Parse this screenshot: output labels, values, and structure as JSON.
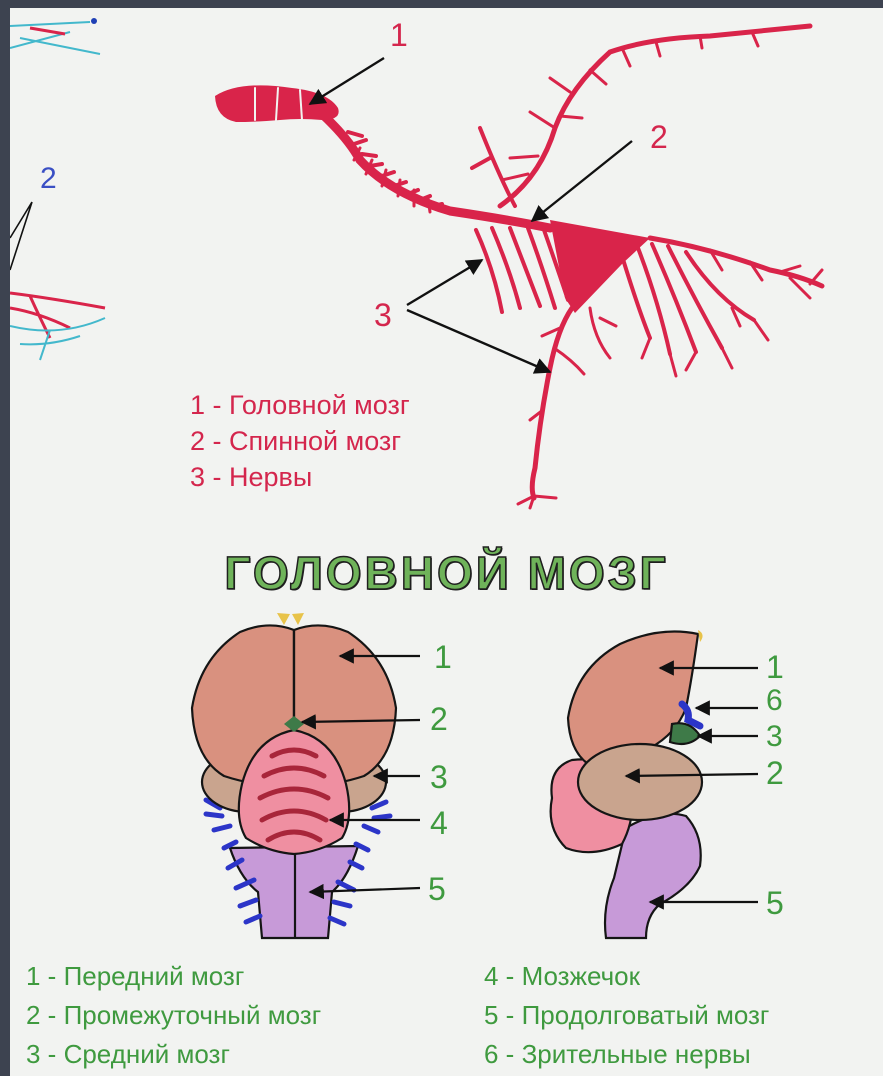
{
  "colors": {
    "nervous_system": "#d9244a",
    "forebrain": "#d9917f",
    "diencephalon": "#3e7a48",
    "midbrain": "#c9a48e",
    "cerebellum": "#ef8fa1",
    "medulla": "#c79ad8",
    "optic_nerves": "#2c35c8",
    "title": "#6fb35a",
    "legend_red": "#d4264d",
    "legend_green": "#3f9a3f"
  },
  "top_diagram": {
    "callouts": [
      "1",
      "2",
      "3"
    ],
    "side_callout": "2",
    "legend": [
      "1 - Головной мозг",
      "2 - Спинной мозг",
      "3 - Нервы"
    ]
  },
  "brain_section": {
    "title": "ГОЛОВНОЙ МОЗГ",
    "dorsal_view": {
      "labels": [
        "1",
        "2",
        "3",
        "4",
        "5"
      ]
    },
    "lateral_view": {
      "labels": [
        "1",
        "6",
        "3",
        "2",
        "5"
      ]
    },
    "legend_left": [
      "1 - Передний мозг",
      "2 - Промежуточный мозг",
      "3 - Средний мозг"
    ],
    "legend_right": [
      "4 -  Мозжечок",
      "5 - Продолговатый мозг",
      "6 - Зрительные нервы"
    ]
  }
}
